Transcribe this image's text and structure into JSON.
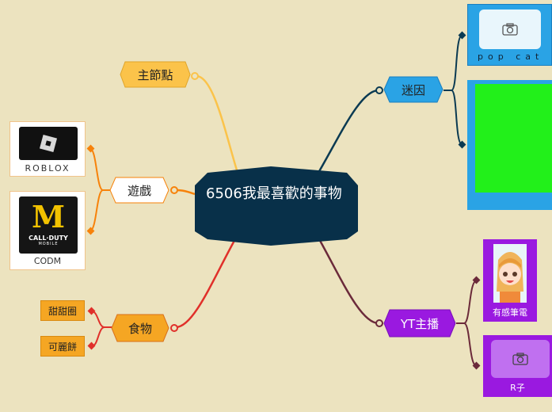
{
  "central": {
    "title": "6506我最喜歡的事物"
  },
  "branches": {
    "main_node": {
      "label": "主節點"
    },
    "games": {
      "label": "遊戲",
      "roblox_caption": "ROBLOX",
      "codm_caption": "CODM",
      "codm_logo_sub": "CALL·DUTY",
      "codm_logo_sub2": "MOBILE"
    },
    "food": {
      "label": "食物",
      "items": [
        "甜甜圈",
        "可麗餅"
      ]
    },
    "meme": {
      "label": "迷因",
      "popcat_caption": "pop cat"
    },
    "youtuber": {
      "label": "YT主播",
      "items": [
        "有感筆電",
        "R子"
      ]
    }
  },
  "colors": {
    "background": "#ece3bf",
    "central": "#083049",
    "main_node": "#fbc34a",
    "games": "#f7820a",
    "food": "#e0302a",
    "meme": "#0a3a52",
    "youtuber": "#6b2a3a",
    "meme_node": "#2aa3e5",
    "yt_node": "#9a19e0"
  }
}
